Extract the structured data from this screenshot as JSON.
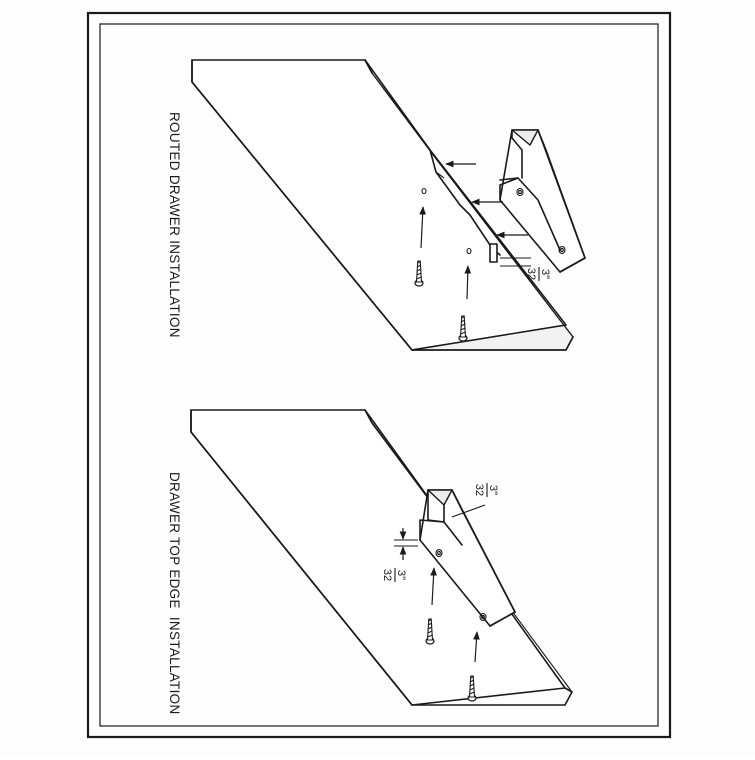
{
  "diagrams": {
    "routed": {
      "title": "ROUTED DRAWER INSTALLATION",
      "dimension": {
        "numerator": "3\"",
        "denominator": "32"
      }
    },
    "top_edge": {
      "title": "DRAWER TOP EDGE  INSTALLATION",
      "dimension_a": {
        "numerator": "3\"",
        "denominator": "32"
      },
      "dimension_b": {
        "numerator": "3\"",
        "denominator": "32"
      }
    }
  }
}
